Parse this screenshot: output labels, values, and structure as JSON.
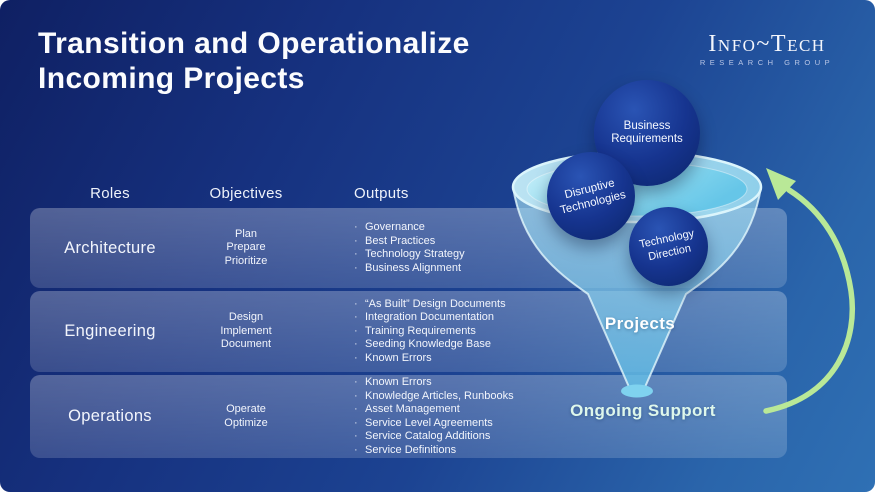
{
  "slide": {
    "title": "Transition and Operationalize\nIncoming Projects"
  },
  "logo": {
    "name": "Info~Tech",
    "subtitle": "RESEARCH GROUP"
  },
  "table": {
    "headers": [
      "Roles",
      "Objectives",
      "Outputs"
    ],
    "rows": [
      {
        "role": "Architecture",
        "objectives": [
          "Plan",
          "Prepare",
          "Prioritize"
        ],
        "outputs": [
          "Governance",
          "Best Practices",
          "Technology Strategy",
          "Business Alignment"
        ]
      },
      {
        "role": "Engineering",
        "objectives": [
          "Design",
          "Implement",
          "Document"
        ],
        "outputs": [
          "“As Built” Design Documents",
          "Integration Documentation",
          "Training Requirements",
          "Seeding Knowledge Base",
          "Known Errors"
        ]
      },
      {
        "role": "Operations",
        "objectives": [
          "Operate",
          "Optimize"
        ],
        "outputs": [
          "Known Errors",
          "Knowledge Articles, Runbooks",
          "Asset Management",
          "Service Level Agreements",
          "Service Catalog Additions",
          "Service Definitions"
        ]
      }
    ]
  },
  "funnel": {
    "bubbles": [
      {
        "label": "Business Requirements"
      },
      {
        "label": "Disruptive Technologies"
      },
      {
        "label": "Technology Direction"
      }
    ],
    "projects_label": "Projects",
    "ongoing_support_label": "Ongoing Support"
  },
  "colors": {
    "arrow_green": "#b9e897",
    "funnel_cyan": "#8fd6ef",
    "bubble_navy": "#13318c",
    "background_dark": "#0f2063",
    "background_light": "#2f70b4",
    "ongoing_support_text": "#def7eb"
  }
}
